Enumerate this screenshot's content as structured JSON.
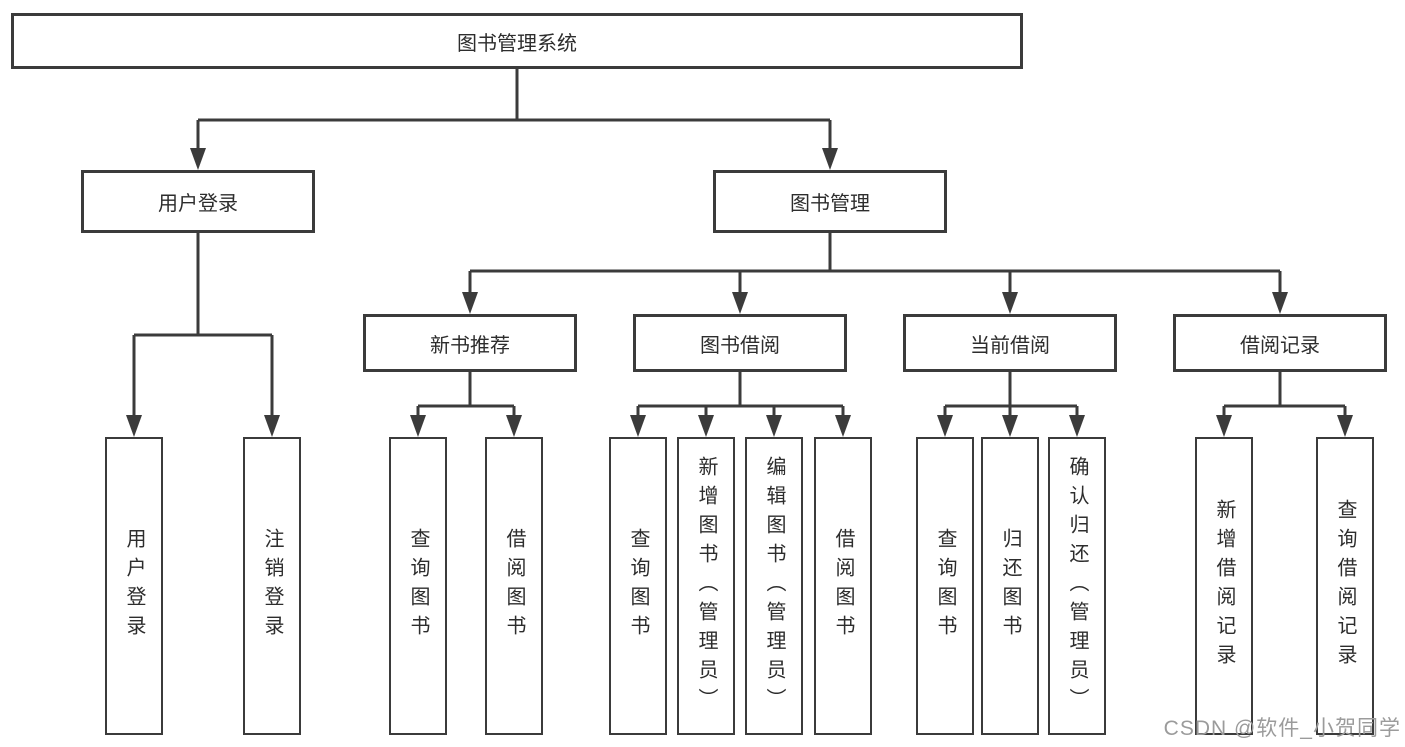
{
  "diagram": {
    "title": "图书管理系统",
    "root": {
      "label": "图书管理系统"
    },
    "level2": [
      {
        "label": "用户登录",
        "parent": "图书管理系统"
      },
      {
        "label": "图书管理",
        "parent": "图书管理系统"
      }
    ],
    "level3": [
      {
        "label": "新书推荐",
        "parent": "图书管理"
      },
      {
        "label": "图书借阅",
        "parent": "图书管理"
      },
      {
        "label": "当前借阅",
        "parent": "图书管理"
      },
      {
        "label": "借阅记录",
        "parent": "图书管理"
      }
    ],
    "level4": [
      {
        "label": "用户登录",
        "parent": "用户登录"
      },
      {
        "label": "注销登录",
        "parent": "用户登录"
      },
      {
        "label": "查询图书",
        "parent": "新书推荐"
      },
      {
        "label": "借阅图书",
        "parent": "新书推荐"
      },
      {
        "label": "查询图书",
        "parent": "图书借阅"
      },
      {
        "label": "新增图书（管理员）",
        "parent": "图书借阅"
      },
      {
        "label": "编辑图书（管理员）",
        "parent": "图书借阅"
      },
      {
        "label": "借阅图书",
        "parent": "图书借阅"
      },
      {
        "label": "查询图书",
        "parent": "当前借阅"
      },
      {
        "label": "归还图书",
        "parent": "当前借阅"
      },
      {
        "label": "确认归还（管理员）",
        "parent": "当前借阅"
      },
      {
        "label": "新增借阅记录",
        "parent": "借阅记录"
      },
      {
        "label": "查询借阅记录",
        "parent": "借阅记录"
      }
    ]
  },
  "watermark": {
    "text": "CSDN @软件_小贺同学"
  },
  "colors": {
    "line": "#3b3b3b",
    "text": "#2d2d2d",
    "watermark": "#9b9b9b",
    "background": "#ffffff"
  }
}
